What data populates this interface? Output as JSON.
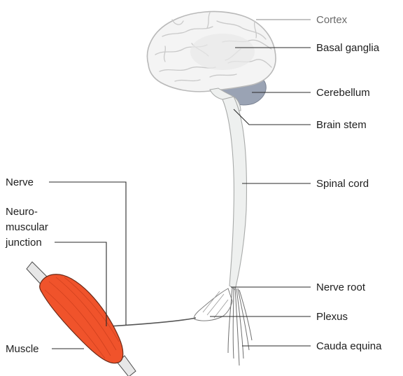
{
  "labels": {
    "cortex": "Cortex",
    "basal_ganglia": "Basal ganglia",
    "cerebellum": "Cerebellum",
    "brain_stem": "Brain stem",
    "spinal_cord": "Spinal cord",
    "nerve_root": "Nerve root",
    "plexus": "Plexus",
    "cauda_equina": "Cauda equina",
    "nerve": "Nerve",
    "neuromuscular_junction": [
      "Neuro-",
      "muscular",
      "junction"
    ],
    "muscle": "Muscle"
  },
  "colors": {
    "brain_fill": "#f4f4f4",
    "brain_outline": "#b9b9b9",
    "cerebellum_fill": "#9aa3b4",
    "spinal_cord_fill": "#eef0ef",
    "muscle_fill": "#f0532b",
    "tendon_fill": "#e7e7e7",
    "line": "#2a2a2a"
  }
}
